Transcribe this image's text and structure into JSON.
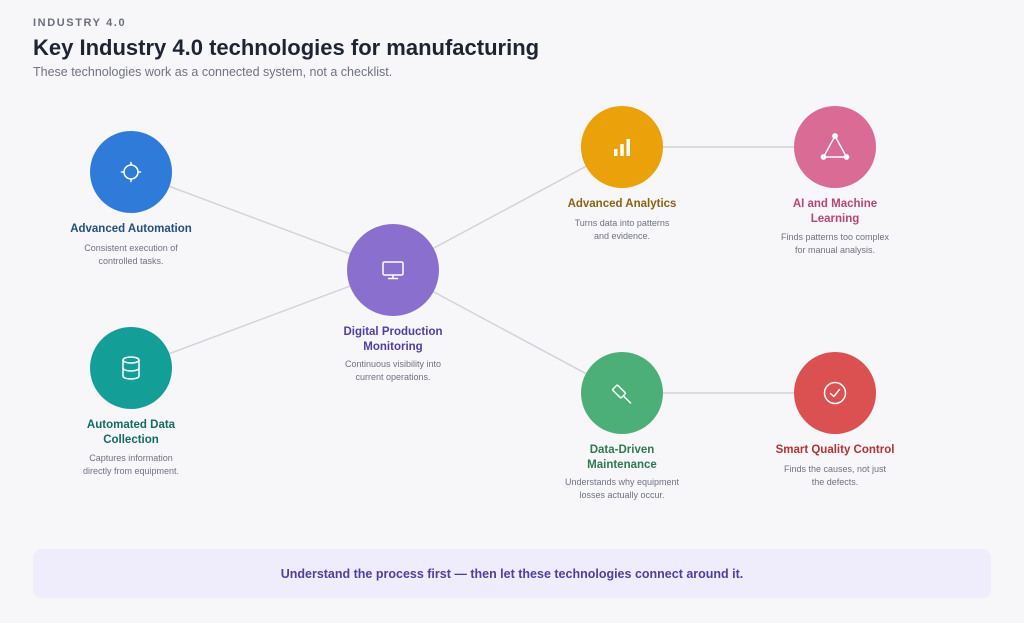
{
  "header": {
    "eyebrow": "INDUSTRY 4.0",
    "title": "Key Industry 4.0 technologies for manufacturing",
    "subtitle": "These technologies work as a connected system, not a checklist."
  },
  "nodes": {
    "automation": {
      "label": "Advanced Automation",
      "desc_line1": "Consistent execution of",
      "desc_line2": "controlled tasks.",
      "color": "#2f7bd9",
      "label_color": "#24507f",
      "icon": "crosshair-icon"
    },
    "collection": {
      "label_line1": "Automated Data",
      "label_line2": "Collection",
      "desc_line1": "Captures information",
      "desc_line2": "directly from equipment.",
      "color": "#139e98",
      "label_color": "#136b67",
      "icon": "database-icon"
    },
    "monitoring": {
      "label_line1": "Digital Production",
      "label_line2": "Monitoring",
      "desc_line1": "Continuous visibility into",
      "desc_line2": "current operations.",
      "color": "#8a6fcf",
      "label_color": "#4f3fa3",
      "icon": "monitor-icon"
    },
    "analytics": {
      "label": "Advanced Analytics",
      "desc_line1": "Turns data into patterns",
      "desc_line2": "and evidence.",
      "color": "#eba10a",
      "label_color": "#8a6312",
      "icon": "bar-chart-icon"
    },
    "ai": {
      "label_line1": "AI and Machine",
      "label_line2": "Learning",
      "desc_line1": "Finds patterns too complex",
      "desc_line2": "for manual analysis.",
      "color": "#d96b95",
      "label_color": "#b84673",
      "icon": "network-triangle-icon"
    },
    "maintenance": {
      "label_line1": "Data-Driven",
      "label_line2": "Maintenance",
      "desc_line1": "Understands why equipment",
      "desc_line2": "losses actually occur.",
      "color": "#4caf78",
      "label_color": "#2f7a4f",
      "icon": "wrench-icon"
    },
    "quality": {
      "label": "Smart Quality Control",
      "desc_line1": "Finds the causes, not just",
      "desc_line2": "the defects.",
      "color": "#db5050",
      "label_color": "#b53131",
      "icon": "check-circle-icon"
    }
  },
  "banner": {
    "text": "Understand the process first — then let these technologies connect around it."
  }
}
